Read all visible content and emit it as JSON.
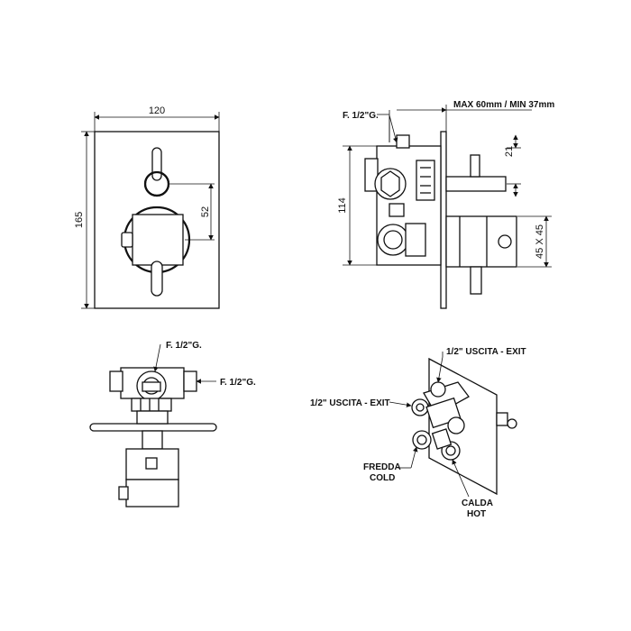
{
  "front_view": {
    "width_dim": "120",
    "height_dim": "165",
    "spacing_dim": "52"
  },
  "side_view": {
    "inlet_label": "F. 1/2\"G.",
    "depth_dim": "MAX 60mm / MIN 37mm",
    "height_dim": "114",
    "offset_dim": "21",
    "block_dim": "45 X 45"
  },
  "top_view": {
    "inlet_top_label": "F. 1/2\"G.",
    "inlet_right_label": "F. 1/2\"G."
  },
  "iso_view": {
    "exit_top_label": "1/2\" USCITA - EXIT",
    "exit_left_label": "1/2\" USCITA - EXIT",
    "cold_label_1": "FREDDA",
    "cold_label_2": "COLD",
    "hot_label_1": "CALDA",
    "hot_label_2": "HOT"
  }
}
